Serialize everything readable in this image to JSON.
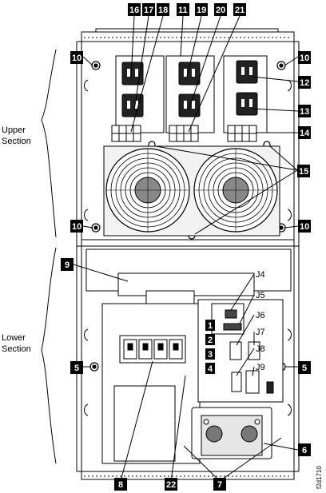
{
  "sections": {
    "upper_line1": "Upper",
    "upper_line2": "Section",
    "lower_line1": "Lower",
    "lower_line2": "Section"
  },
  "callouts": {
    "c16": "16",
    "c17": "17",
    "c18": "18",
    "c11": "11",
    "c19": "19",
    "c20": "20",
    "c21": "21",
    "c10a": "10",
    "c10b": "10",
    "c10c": "10",
    "c10d": "10",
    "c12": "12",
    "c13": "13",
    "c14": "14",
    "c15": "15",
    "c9": "9",
    "c1": "1",
    "c2": "2",
    "c3": "3",
    "c4": "4",
    "c5a": "5",
    "c5b": "5",
    "c6": "6",
    "c7": "7",
    "c8": "8",
    "c22": "22"
  },
  "connectors": {
    "j4": "J4",
    "j5": "J5",
    "j6": "J6",
    "j7": "J7",
    "j8": "J8",
    "j9": "J9"
  },
  "figure_id": "f2d1710"
}
